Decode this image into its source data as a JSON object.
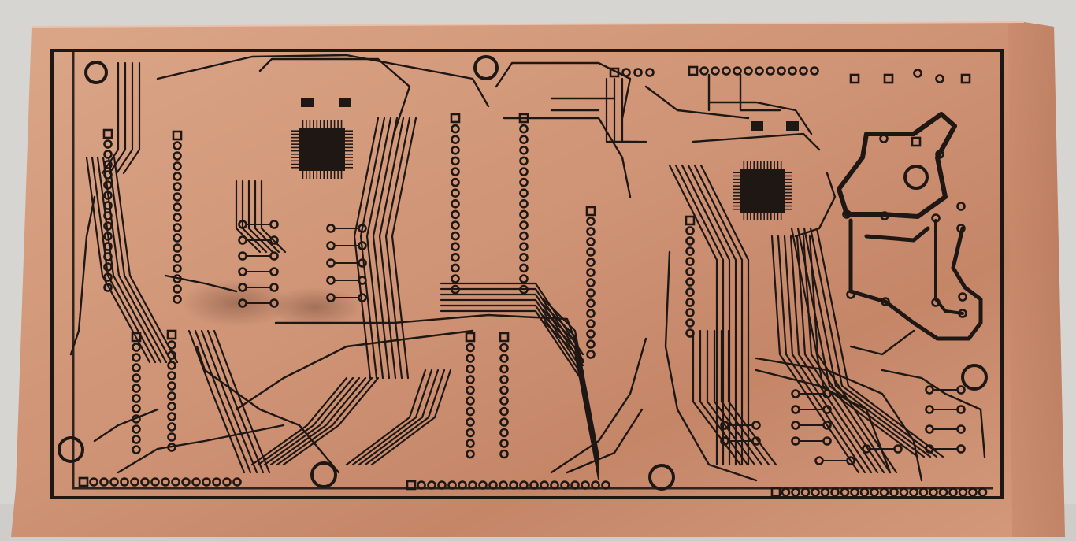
{
  "scene": {
    "subject": "pcb-board",
    "colors": {
      "background": "#d8d6d3",
      "copper_light": "#d9a284",
      "copper_mid": "#c9896b",
      "copper_dark": "#a86a50",
      "trace": "#1e1714",
      "edge_highlight": "#e8c2ad"
    },
    "features": {
      "microcontrollers": 2,
      "mounting_holes": 7,
      "has_power_section": true
    }
  }
}
